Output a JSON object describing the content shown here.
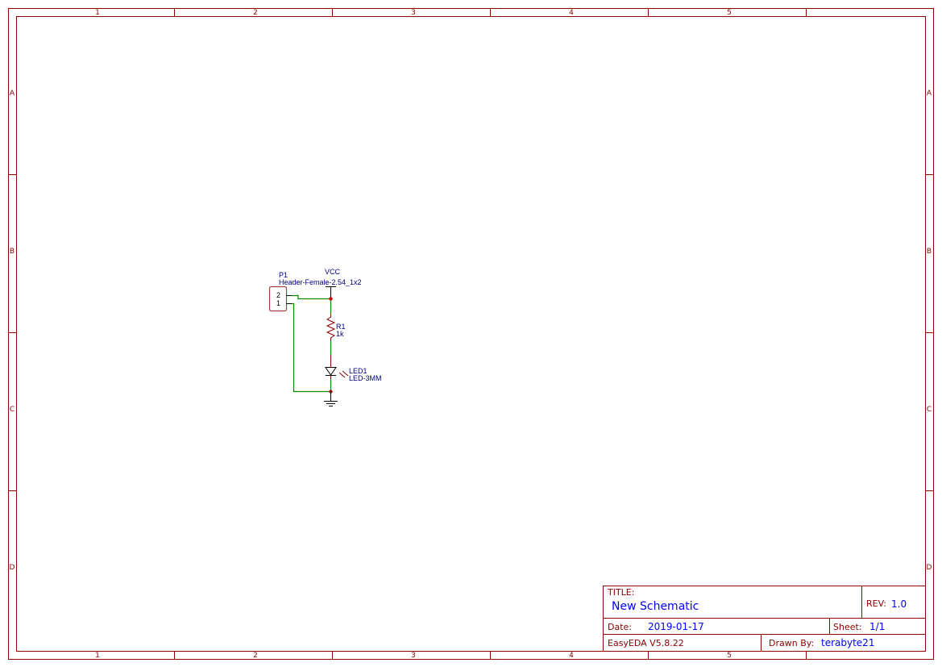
{
  "frame": {
    "columns": [
      "1",
      "2",
      "3",
      "4",
      "5"
    ],
    "rows": [
      "A",
      "B",
      "C",
      "D"
    ],
    "color": "#8b0000"
  },
  "components": {
    "p1": {
      "designator": "P1",
      "value": "Header-Female-2.54_1x2",
      "pins": [
        "2",
        "1"
      ]
    },
    "vcc": {
      "label": "VCC"
    },
    "r1": {
      "designator": "R1",
      "value": "1k"
    },
    "led1": {
      "designator": "LED1",
      "value": "LED-3MM"
    }
  },
  "wire_color": "#008800",
  "title_block": {
    "title_label": "TITLE:",
    "title": "New Schematic",
    "rev_label": "REV:",
    "rev": "1.0",
    "date_label": "Date:",
    "date": "2019-01-17",
    "sheet_label": "Sheet:",
    "sheet": "1/1",
    "software": "EasyEDA V5.8.22",
    "drawn_by_label": "Drawn By:",
    "drawn_by": "terabyte21"
  }
}
